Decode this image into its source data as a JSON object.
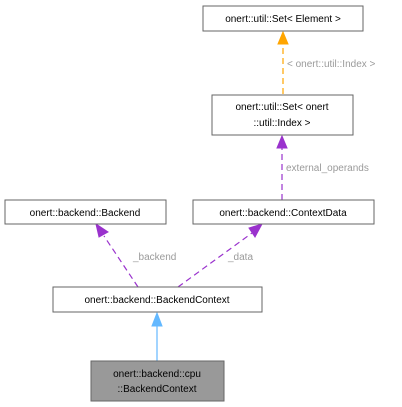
{
  "nodes": {
    "set_element": {
      "lines": [
        "onert::util::Set< Element >"
      ]
    },
    "set_index": {
      "lines": [
        "onert::util::Set< onert",
        "::util::Index >"
      ]
    },
    "backend": {
      "lines": [
        "onert::backend::Backend"
      ]
    },
    "context_data": {
      "lines": [
        "onert::backend::ContextData"
      ]
    },
    "backend_context": {
      "lines": [
        "onert::backend::BackendContext"
      ]
    },
    "cpu_backend_context": {
      "lines": [
        "onert::backend::cpu",
        "::BackendContext"
      ]
    }
  },
  "edges": {
    "template_label": "< onert::util::Index >",
    "external_operands_label": "external_operands",
    "backend_label": "_backend",
    "data_label": "_data"
  },
  "colors": {
    "inheritance": "#63b8ff",
    "usage": "#9a32cd",
    "template": "#ffa500",
    "current_node_fill": "#999999"
  }
}
